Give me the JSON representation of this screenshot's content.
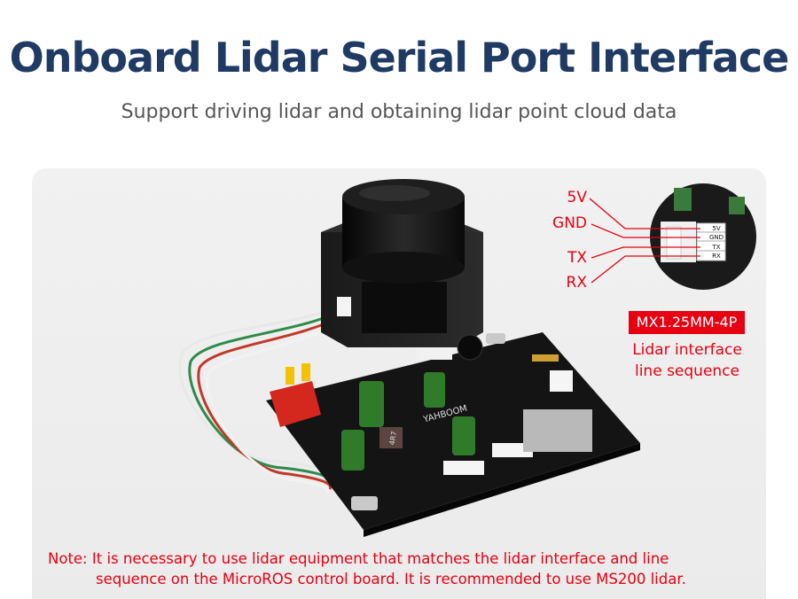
{
  "header": {
    "title": "Onboard Lidar Serial Port Interface",
    "subtitle": "Support driving lidar and obtaining lidar point cloud data"
  },
  "pins": {
    "p5v": "5V",
    "gnd": "GND",
    "tx": "TX",
    "rx": "RX"
  },
  "connector_labels": [
    "5V",
    "GND",
    "TX",
    "RX"
  ],
  "connector": {
    "badge": "MX1.25MM-4P",
    "caption_line1": "Lidar interface",
    "caption_line2": "line sequence"
  },
  "board_markings": {
    "brand": "YAHBOOM",
    "inductor": "4R7"
  },
  "note": {
    "line1": "Note: It is necessary to use lidar equipment that matches the lidar interface and line",
    "line2": "sequence on the MicroROS control board. It is recommended to use MS200 lidar."
  },
  "colors": {
    "title": "#1f3a63",
    "accent": "#e60012",
    "board": "#141414"
  }
}
